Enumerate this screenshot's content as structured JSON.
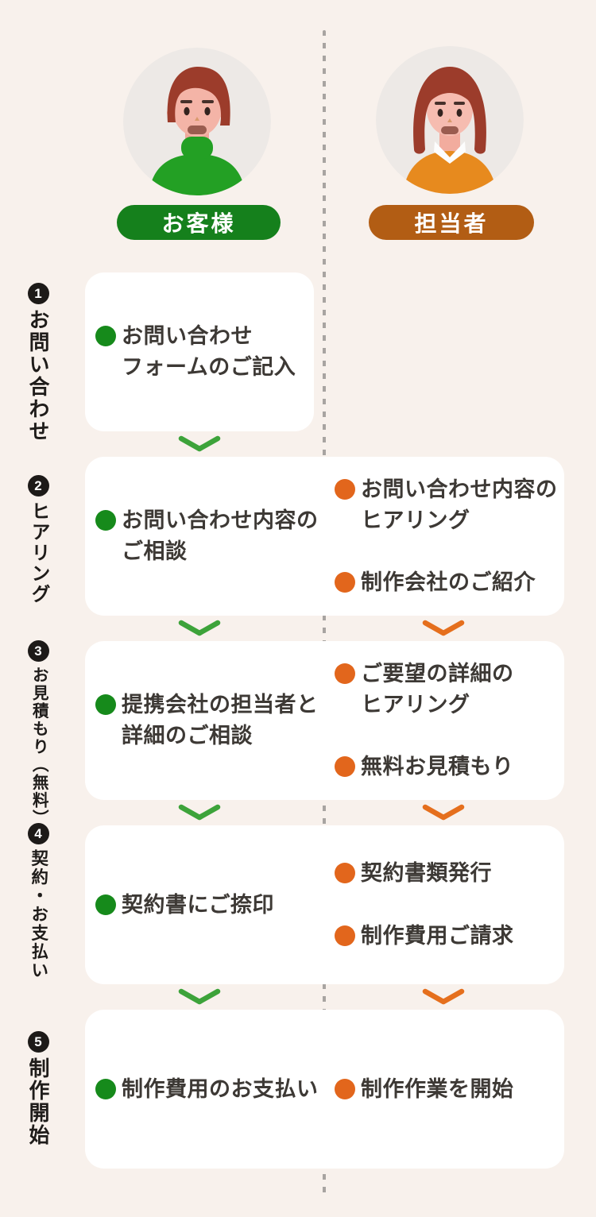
{
  "actors": {
    "customer": {
      "label": "お客様"
    },
    "staff": {
      "label": "担当者"
    }
  },
  "steps": [
    {
      "number": "1",
      "label": "お問い合わせ",
      "customer_items": [
        "お問い合わせ\nフォームのご記入"
      ],
      "staff_items": [],
      "arrows_after": [
        "customer"
      ]
    },
    {
      "number": "2",
      "label": "ヒアリング",
      "customer_items": [
        "お問い合わせ内容の\nご相談"
      ],
      "staff_items": [
        "お問い合わせ内容の\nヒアリング",
        "制作会社のご紹介"
      ],
      "arrows_after": [
        "customer",
        "staff"
      ]
    },
    {
      "number": "3",
      "label": "お見積もり（無料）",
      "customer_items": [
        "提携会社の担当者と\n詳細のご相談"
      ],
      "staff_items": [
        "ご要望の詳細の\nヒアリング",
        "無料お見積もり"
      ],
      "arrows_after": [
        "customer",
        "staff"
      ]
    },
    {
      "number": "4",
      "label": "契約・お支払い",
      "customer_items": [
        "契約書にご捺印"
      ],
      "staff_items": [
        "契約書類発行",
        "制作費用ご請求"
      ],
      "arrows_after": [
        "customer",
        "staff"
      ]
    },
    {
      "number": "5",
      "label": "制作開始",
      "customer_items": [
        "制作費用のお支払い"
      ],
      "staff_items": [
        "制作作業を開始"
      ],
      "arrows_after": []
    }
  ],
  "colors": {
    "background": "#f8f1ec",
    "card": "#ffffff",
    "text": "#3d3935",
    "label_text": "#1f1c1a",
    "divider": "#a8a4a1",
    "customer_accent": "#15801c",
    "customer_bullet": "#168a1b",
    "customer_arrow": "#3da33a",
    "customer_sweater": "#23a024",
    "staff_accent": "#b25d14",
    "staff_bullet": "#e2661c",
    "staff_arrow": "#e56f1d",
    "staff_sweater": "#e78a1e",
    "avatar_bg": "#ede9e6",
    "hair": "#9c3c2b",
    "skin": "#f4b4a7"
  }
}
